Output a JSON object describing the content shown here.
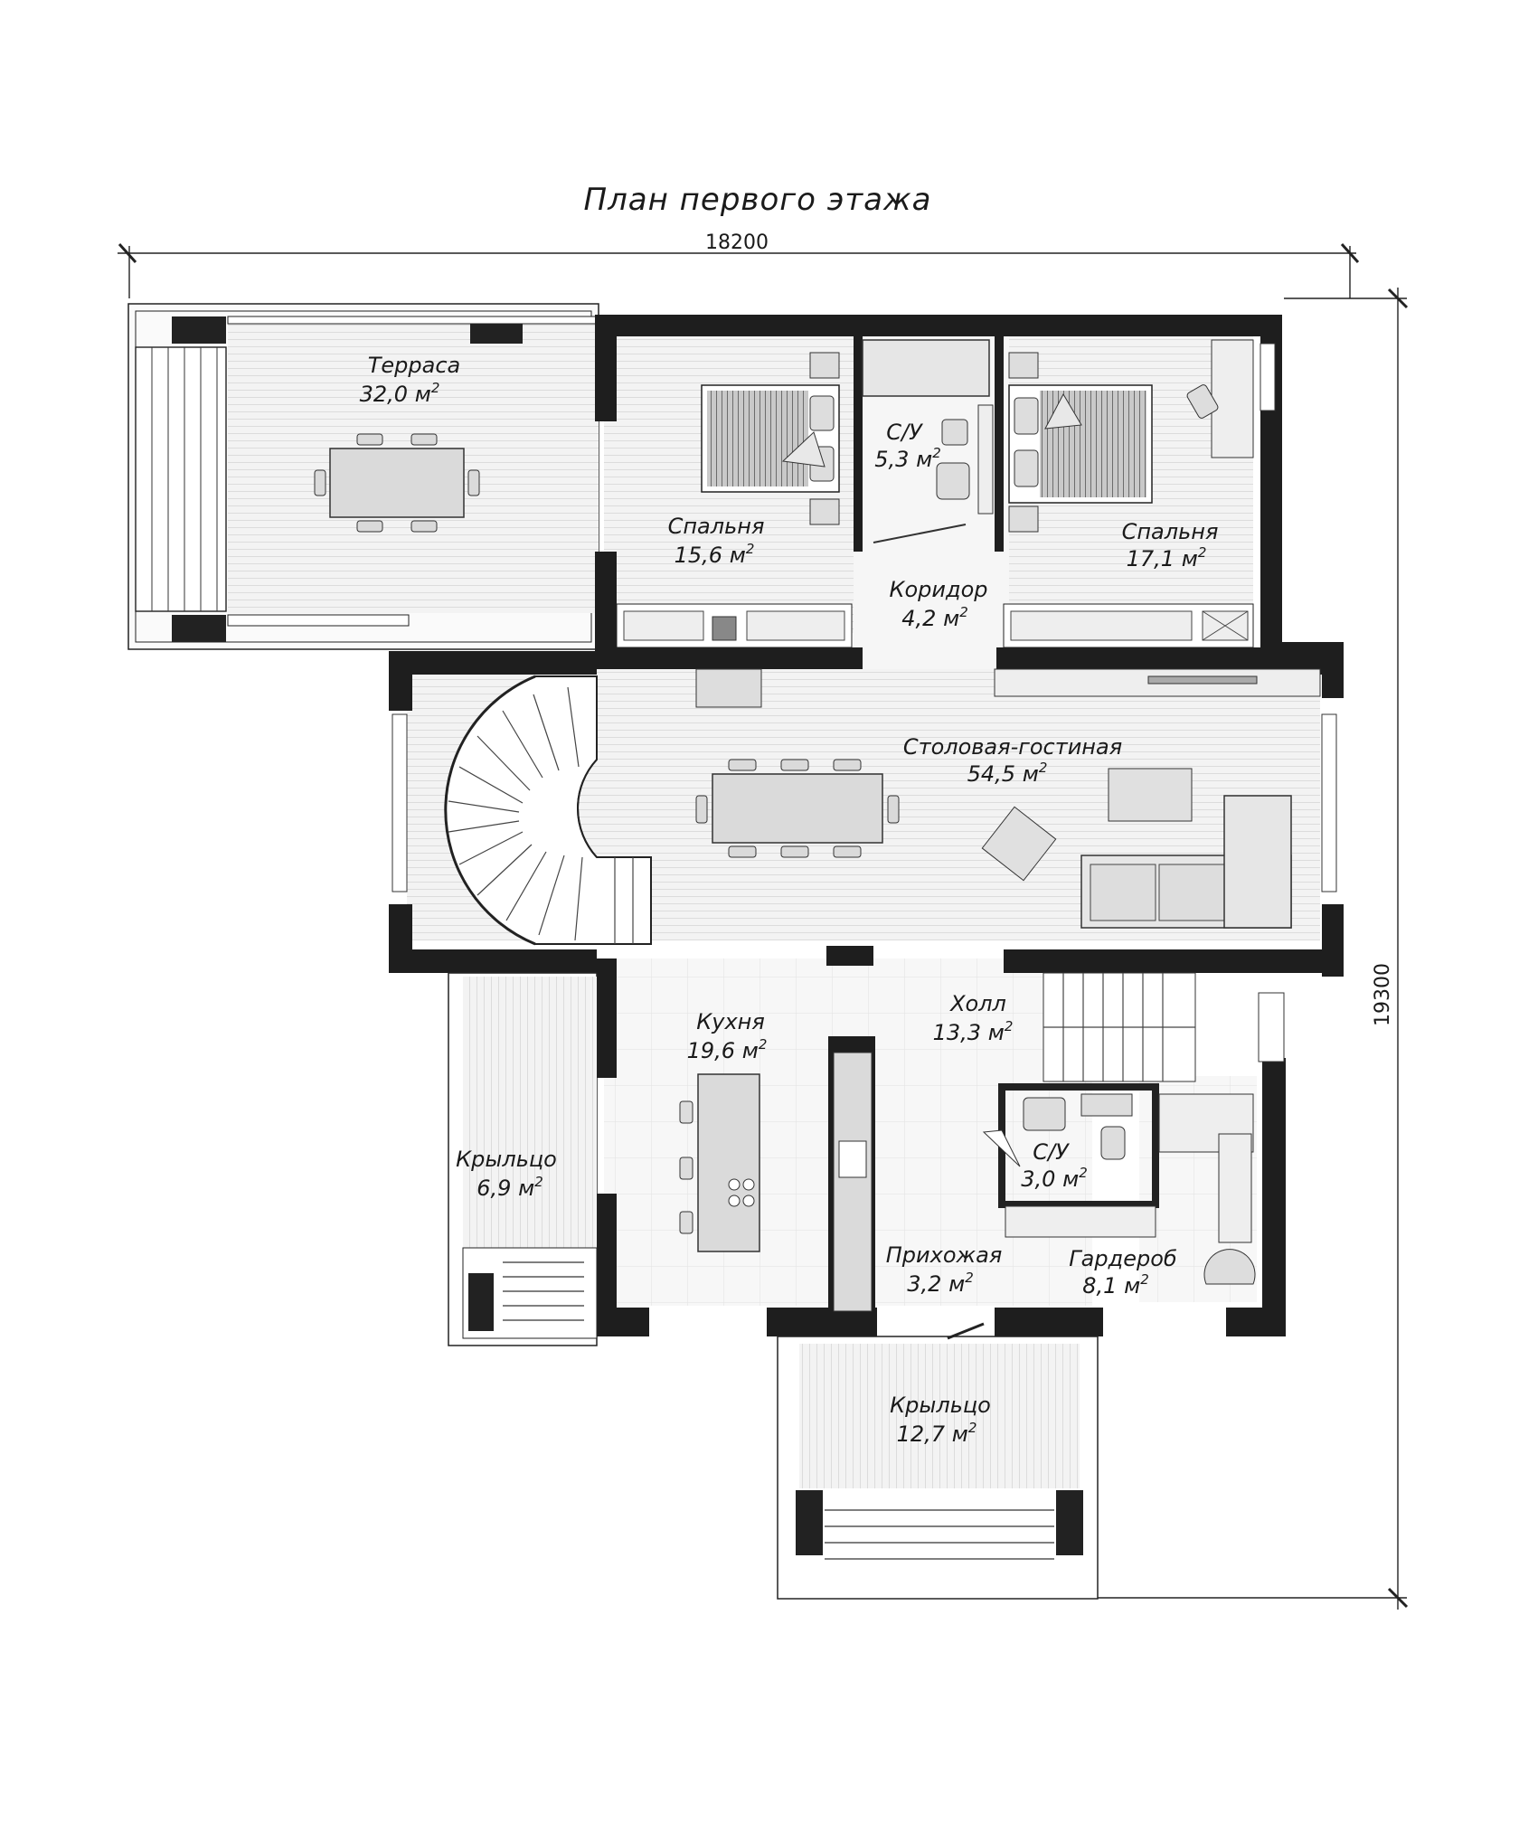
{
  "title": "План первого этажа",
  "dimensions": {
    "width": "18200",
    "height": "19300"
  },
  "area_unit": "м",
  "area_exp": "2",
  "rooms": [
    {
      "name": "Терраса",
      "area": "32,0"
    },
    {
      "name": "Спальня",
      "area": "15,6"
    },
    {
      "name": "С/У",
      "area": "5,3"
    },
    {
      "name": "Спальня",
      "area": "17,1"
    },
    {
      "name": "Коридор",
      "area": "4,2"
    },
    {
      "name": "Столовая-гостиная",
      "area": "54,5"
    },
    {
      "name": "Кухня",
      "area": "19,6"
    },
    {
      "name": "Холл",
      "area": "13,3"
    },
    {
      "name": "С/У",
      "area": "3,0"
    },
    {
      "name": "Крыльцо",
      "area": "6,9"
    },
    {
      "name": "Прихожая",
      "area": "3,2"
    },
    {
      "name": "Гардероб",
      "area": "8,1"
    },
    {
      "name": "Крыльцо",
      "area": "12,7"
    }
  ]
}
